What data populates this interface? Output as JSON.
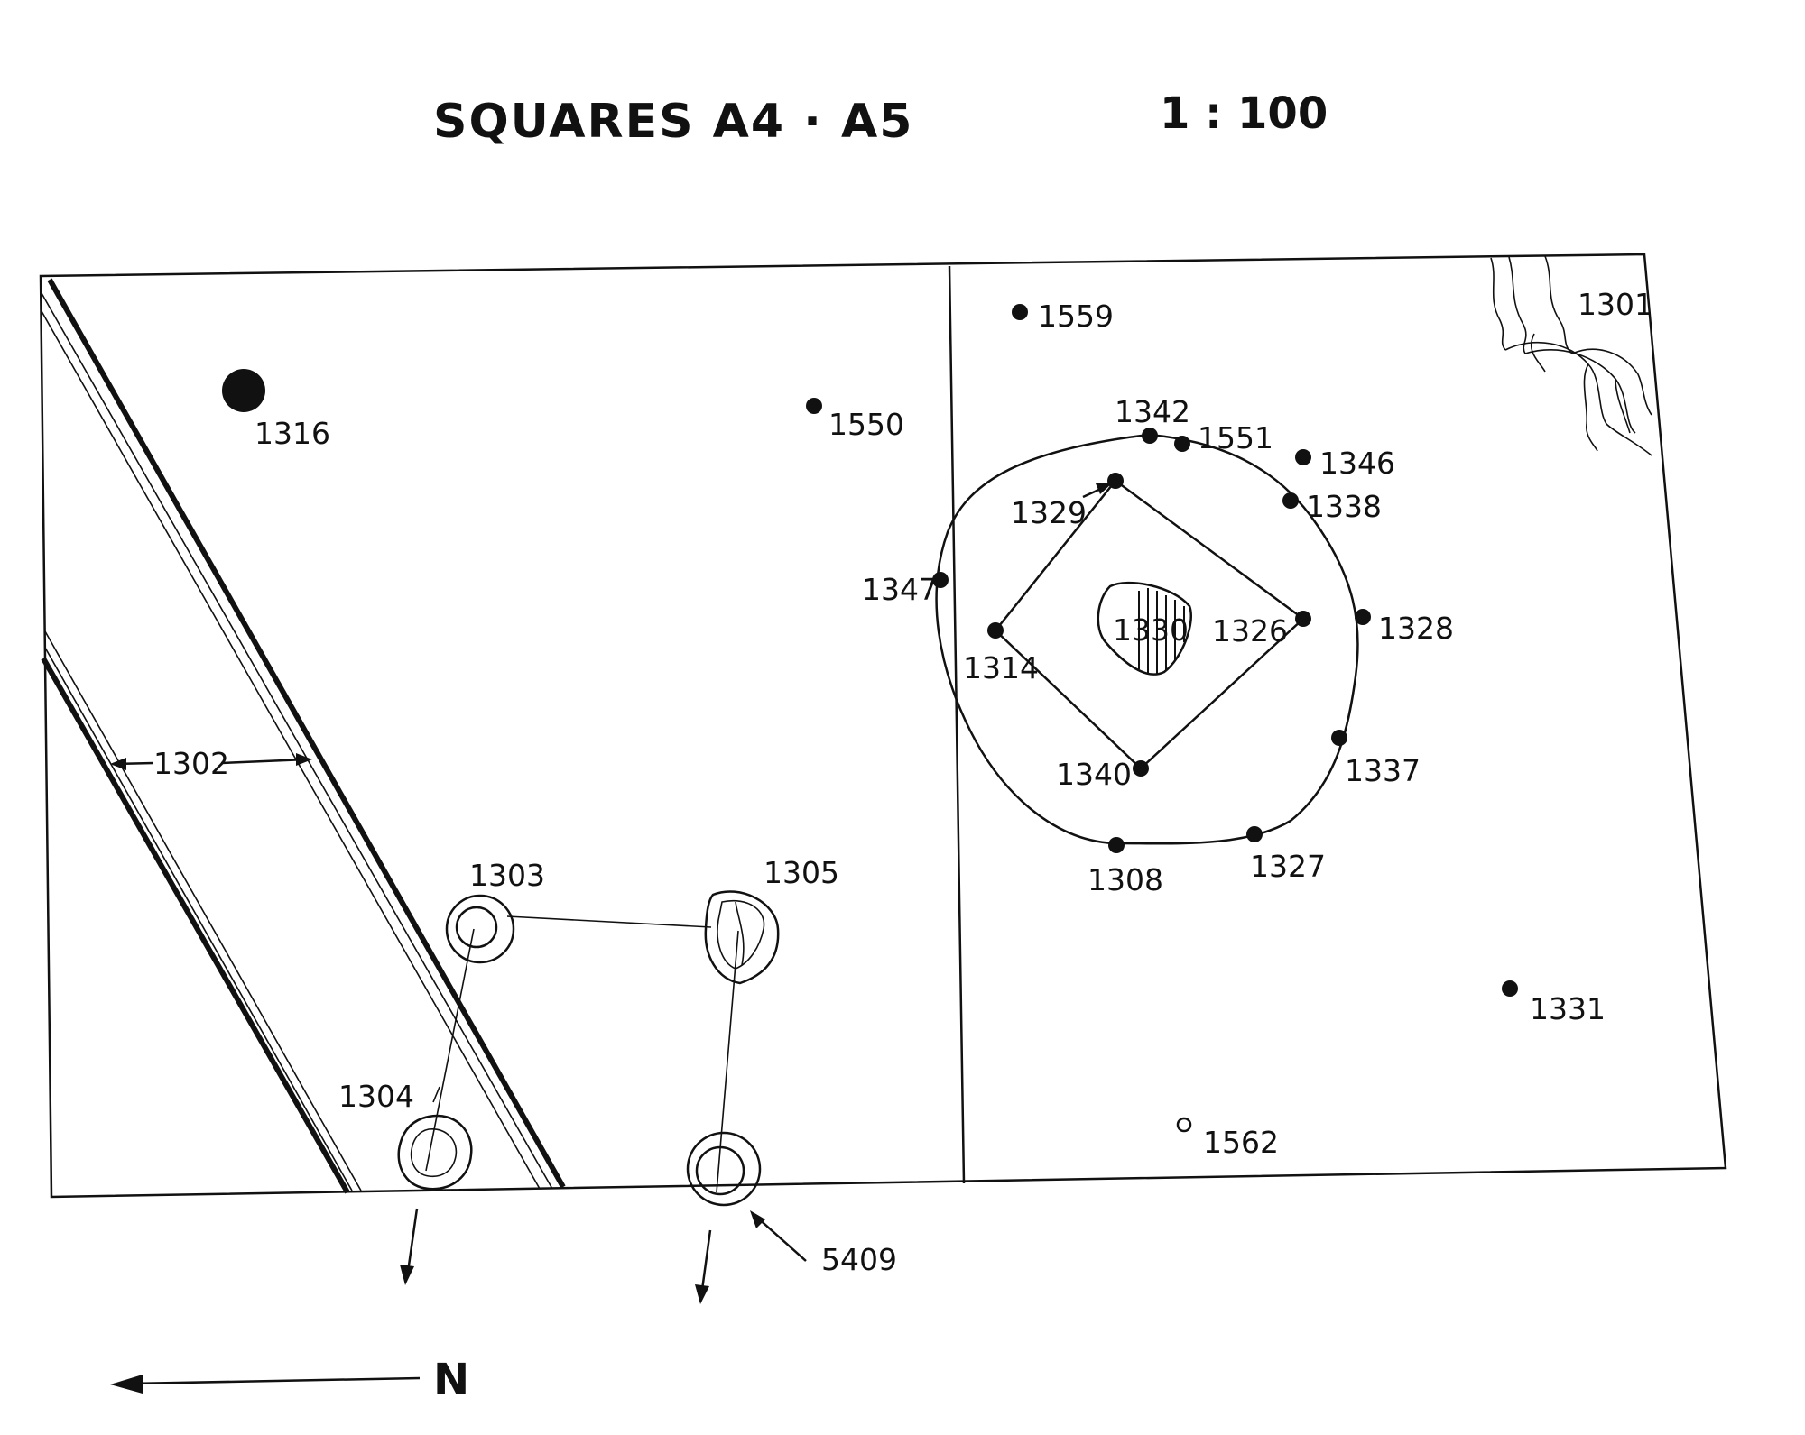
{
  "title": "SQUARES A4 · A5",
  "scale": "1 : 100",
  "north": "N",
  "features": {
    "f1316": "1316",
    "f1550": "1550",
    "f1559": "1559",
    "f1301": "1301",
    "f1342": "1342",
    "f1551": "1551",
    "f1346": "1346",
    "f1329": "1329",
    "f1338": "1338",
    "f1347": "1347",
    "f1330": "1330",
    "f1326": "1326",
    "f1328": "1328",
    "f1314": "1314",
    "f1302": "1302",
    "f1340": "1340",
    "f1337": "1337",
    "f1303": "1303",
    "f1305": "1305",
    "f1308": "1308",
    "f1327": "1327",
    "f1331": "1331",
    "f1304": "1304",
    "f1562": "1562",
    "f5409": "5409"
  }
}
